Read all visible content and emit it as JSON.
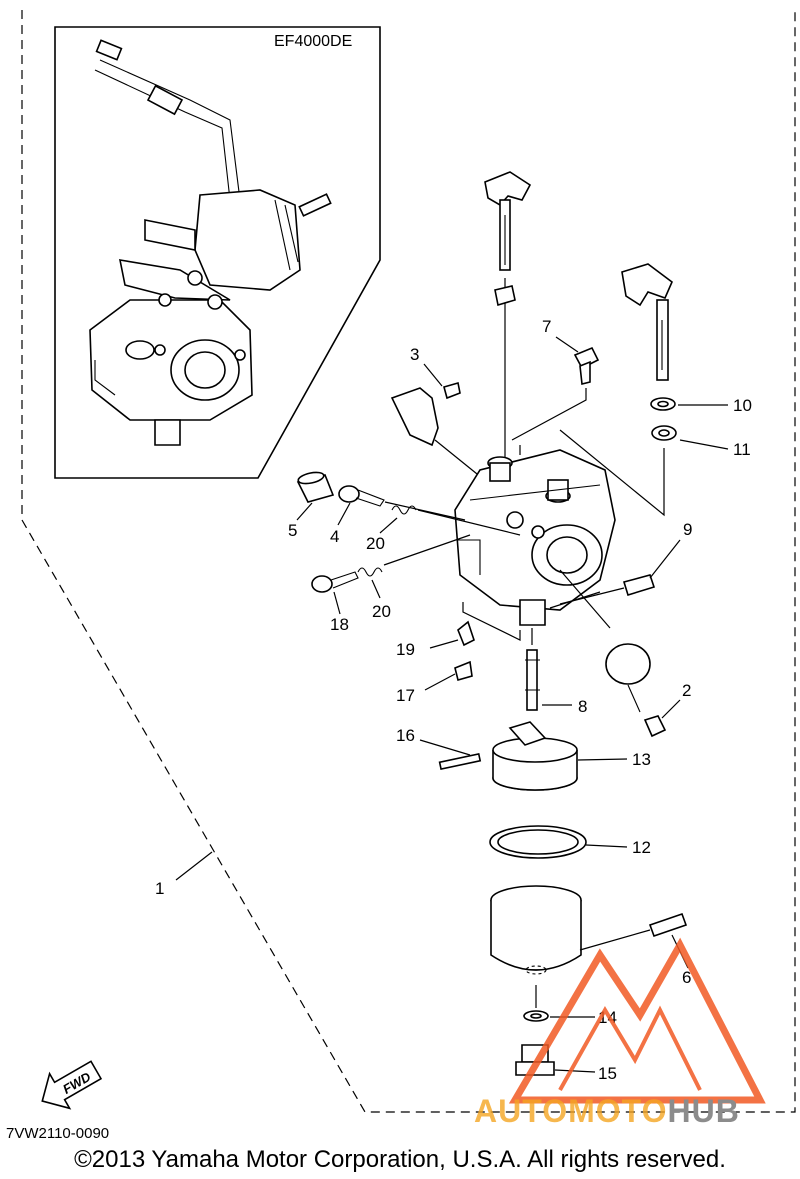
{
  "inset": {
    "model_label": "EF4000DE"
  },
  "callouts": [
    "1",
    "2",
    "3",
    "4",
    "5",
    "6",
    "7",
    "8",
    "9",
    "10",
    "11",
    "12",
    "13",
    "14",
    "15",
    "16",
    "17",
    "18",
    "19",
    "20",
    "20"
  ],
  "fwd_badge": "FWD",
  "drawing_code": "7VW2110-0090",
  "copyright": "©2013 Yamaha Motor Corporation, U.S.A. All rights reserved.",
  "watermark": {
    "text_accent": "AUTOMOTO",
    "text_main": "HUB",
    "accent_color": "#f15a24",
    "main_color": "#8c8c8c"
  },
  "colors": {
    "line": "#000000",
    "background": "#ffffff"
  }
}
